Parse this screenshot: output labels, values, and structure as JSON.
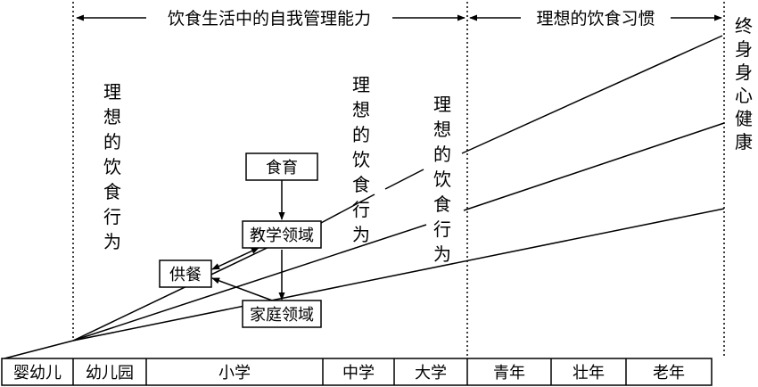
{
  "header": {
    "left_label": "饮食生活中的自我管理能力",
    "right_label": "理想的饮食习惯"
  },
  "vertical_labels": {
    "ideal_behavior_1": "理想的饮食行为",
    "ideal_behavior_2": "理想的饮食行为",
    "ideal_behavior_3": "理想的饮食行为",
    "lifelong_health": "终身身心健康"
  },
  "boxes": {
    "food_education": "食育",
    "teaching_domain": "教学领域",
    "meal_supply": "供餐",
    "family_domain": "家庭领域"
  },
  "timeline": [
    "婴幼儿",
    "幼儿园",
    "小学",
    "中学",
    "大学",
    "青年",
    "壮年",
    "老年"
  ]
}
